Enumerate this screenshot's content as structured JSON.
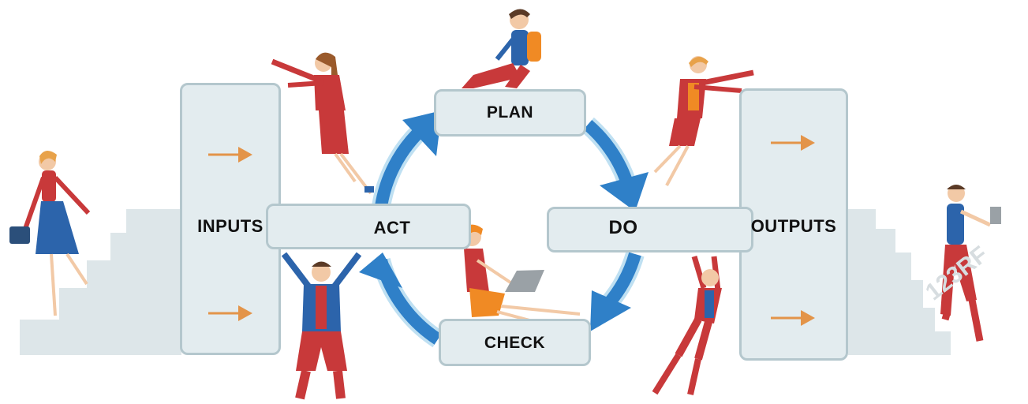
{
  "diagram": {
    "stages": {
      "plan": "PLAN",
      "do": "DO",
      "check": "CHECK",
      "act": "ACT"
    },
    "inputs_label": "INPUTS",
    "outputs_label": "OUTPUTS",
    "watermark": "123RF",
    "colors": {
      "box_fill": "#e3ecef",
      "box_border": "#b4c7cd",
      "cycle_arrow": "#2f80c8",
      "flow_arrow": "#e39449",
      "figure_red": "#c8393a",
      "figure_blue": "#2c64ab",
      "figure_orange": "#f08a24",
      "stairs": "#dde6e9"
    }
  }
}
